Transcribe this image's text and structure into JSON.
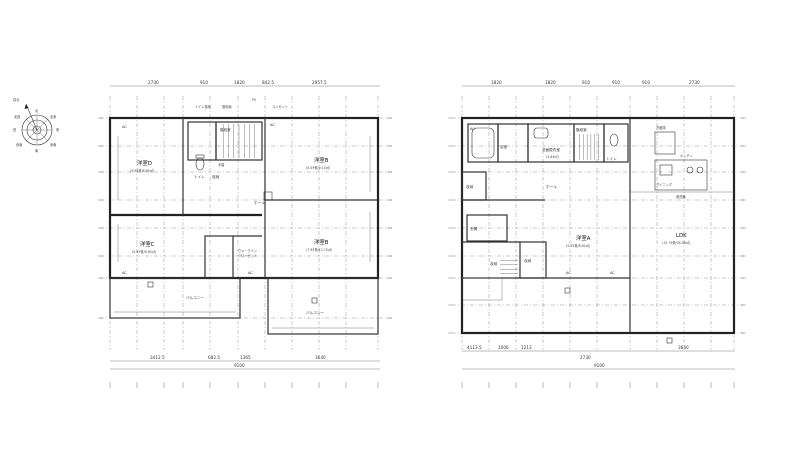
{
  "compass": {
    "label": "真北",
    "sectors": [
      "東",
      "西",
      "南",
      "北",
      "東南",
      "西南",
      "北西",
      "北東"
    ]
  },
  "plan2f": {
    "top_dims": [
      "2730",
      "910",
      "1820",
      "842.5",
      "2957.5"
    ],
    "bottom_dims": [
      "3412.5",
      "682.5",
      "1365",
      "3640"
    ],
    "total": "9100",
    "rooms": [
      {
        "name": "洋室D",
        "sub": "(5.95畳/8.90㎡)"
      },
      {
        "name": "洋室C",
        "sub": "(5.95畳/8.90㎡)"
      },
      {
        "name": "洋室B",
        "sub": "(5.49畳/9.14㎡)"
      },
      {
        "name": "洋室B",
        "sub": "(7.95畳/12.75㎡)"
      },
      {
        "name": "トイレ",
        "sub": ""
      },
      {
        "name": "階段室",
        "sub": ""
      },
      {
        "name": "収納",
        "sub": ""
      },
      {
        "name": "ホール",
        "sub": ""
      },
      {
        "name": "ウォークイン",
        "sub": "クローゼット"
      },
      {
        "name": "バルコニー",
        "sub": ""
      },
      {
        "name": "バルコニー",
        "sub": ""
      }
    ],
    "labels": [
      "AC",
      "AC",
      "AC",
      "AC",
      "トイレ換気",
      "換気扇",
      "PS",
      "コンセント",
      "手摺"
    ]
  },
  "plan1f": {
    "top_dims": [
      "1820",
      "1820",
      "910",
      "910",
      "910",
      "2730"
    ],
    "bottom_dims": [
      "4113.5",
      "1006",
      "1213",
      "2730",
      "3640"
    ],
    "total": "9100",
    "rooms": [
      {
        "name": "浴室",
        "sub": ""
      },
      {
        "name": "洗面脱衣室",
        "sub": "(3.64㎡)"
      },
      {
        "name": "階段室",
        "sub": ""
      },
      {
        "name": "トイレ",
        "sub": ""
      },
      {
        "name": "収納",
        "sub": ""
      },
      {
        "name": "収納",
        "sub": ""
      },
      {
        "name": "ホール",
        "sub": ""
      },
      {
        "name": "玄関",
        "sub": ""
      },
      {
        "name": "洋室A",
        "sub": "(5.95畳/8.90㎡)"
      },
      {
        "name": "LDK",
        "sub": "(15.79畳/26.08㎡)"
      },
      {
        "name": "収納",
        "sub": ""
      }
    ],
    "labels": [
      "AC",
      "AC",
      "AC",
      "キッチン",
      "冷蔵庫",
      "食洗機",
      "ダイニング"
    ]
  }
}
